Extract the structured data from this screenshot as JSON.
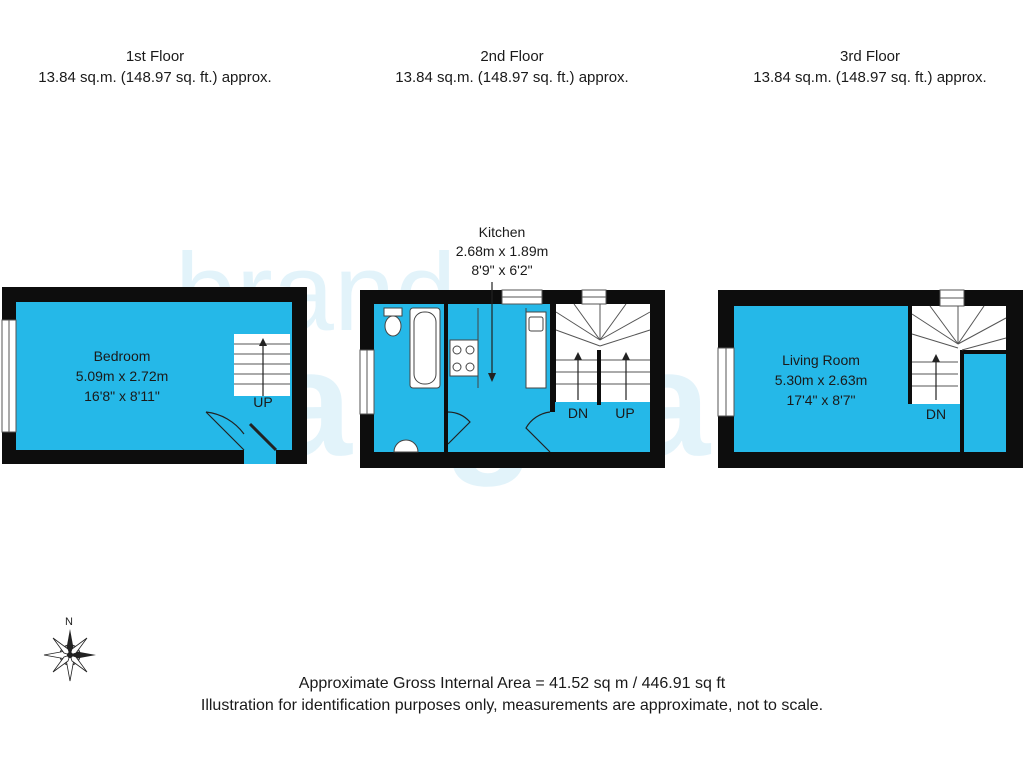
{
  "floors": [
    {
      "name": "1st Floor",
      "area": "13.84 sq.m. (148.97 sq. ft.) approx."
    },
    {
      "name": "2nd Floor",
      "area": "13.84 sq.m. (148.97 sq. ft.) approx."
    },
    {
      "name": "3rd Floor",
      "area": "13.84 sq.m. (148.97 sq. ft.) approx."
    }
  ],
  "rooms": {
    "bedroom": {
      "name": "Bedroom",
      "metric": "5.09m x 2.72m",
      "imperial": "16'8\" x 8'11\""
    },
    "kitchen": {
      "name": "Kitchen",
      "metric": "2.68m x 1.89m",
      "imperial": "8'9\" x 6'2\""
    },
    "living_room": {
      "name": "Living Room",
      "metric": "5.30m x 2.63m",
      "imperial": "17'4\" x 8'7\""
    }
  },
  "stairs": {
    "up": "UP",
    "down": "DN"
  },
  "compass": {
    "north": "N"
  },
  "watermark": {
    "line1": "brand",
    "line2": "vaughan"
  },
  "footer": {
    "gross_area": "Approximate Gross Internal Area = 41.52 sq m / 446.91 sq ft",
    "disclaimer": "Illustration for identification purposes only, measurements are approximate, not to scale."
  },
  "colors": {
    "room_fill": "#25b8e8",
    "wall": "#0d0d0d",
    "text": "#1a1a1a",
    "watermark": "#2aa9e0"
  }
}
